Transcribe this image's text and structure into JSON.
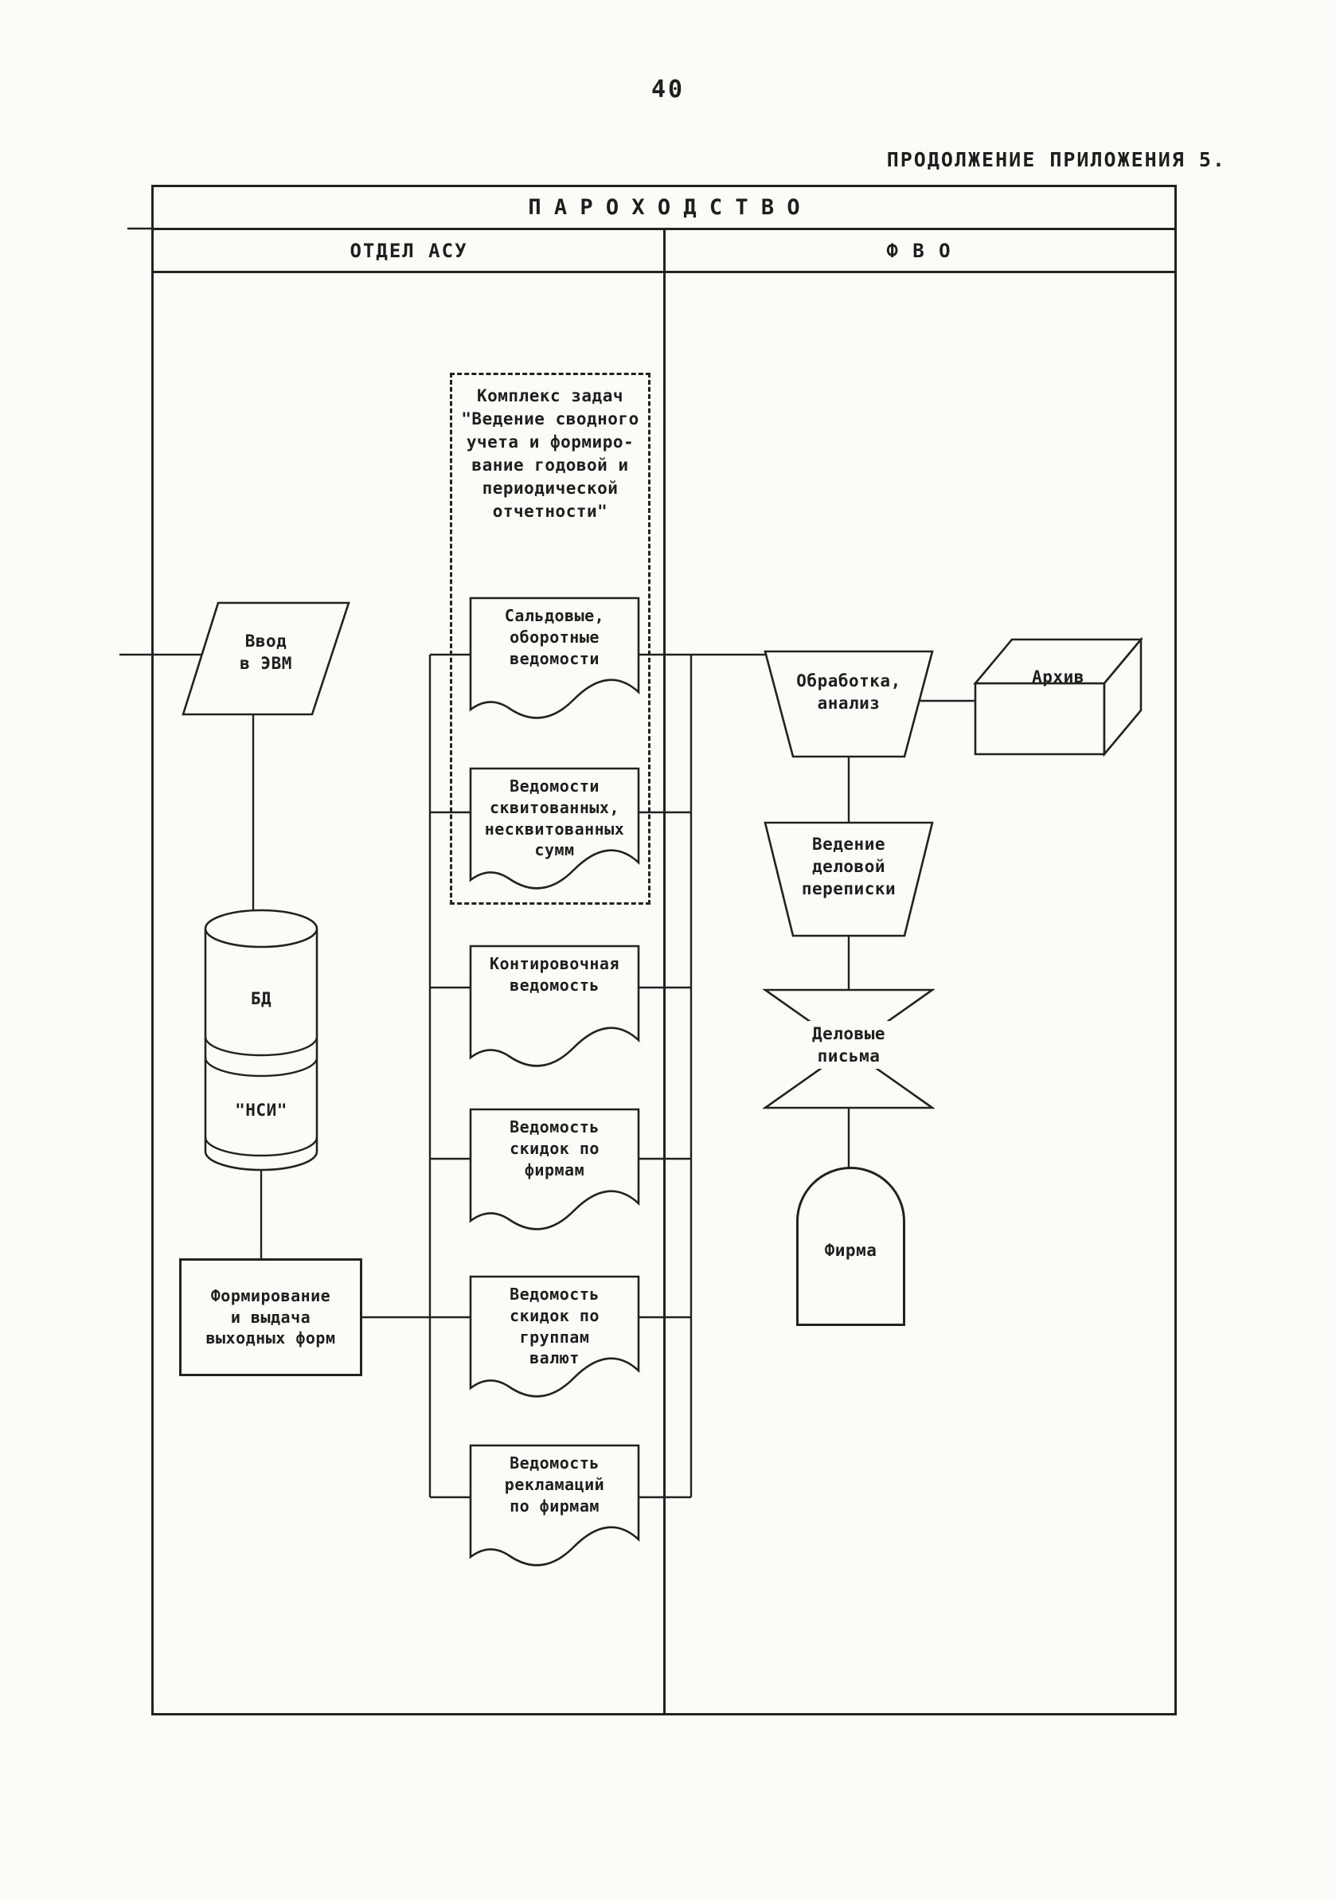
{
  "page": {
    "number": "40",
    "header": "ПРОДОЛЖЕНИЕ ПРИЛОЖЕНИЯ 5."
  },
  "table": {
    "title": "П А Р О Х О Д С Т В О",
    "columns": {
      "left": "ОТДЕЛ АСУ",
      "right": "Ф В О"
    }
  },
  "asu": {
    "task_complex": [
      "Комплекс задач",
      "\"Ведение сводного",
      "учета и формиро-",
      "вание годовой и",
      "периодической",
      "отчетности\""
    ],
    "input": [
      "Ввод",
      "в  ЭВМ"
    ],
    "db_top": "БД",
    "db_bottom": "\"НСИ\"",
    "output_forms": [
      "Формирование",
      "и выдача",
      "выходных форм"
    ],
    "documents": [
      [
        "Сальдовые,",
        "оборотные",
        "ведомости"
      ],
      [
        "Ведомости",
        "сквитованных,",
        "несквитованных",
        "сумм"
      ],
      [
        "Контировочная",
        "ведомость"
      ],
      [
        "Ведомость",
        "скидок по",
        "фирмам"
      ],
      [
        "Ведомость",
        "скидок по",
        "группам",
        "валют"
      ],
      [
        "Ведомость",
        "рекламаций",
        "по фирмам"
      ]
    ]
  },
  "fvo": {
    "processing": [
      "Обработка,",
      "анализ"
    ],
    "archive": "Архив",
    "correspondence": [
      "Ведение",
      "деловой",
      "переписки"
    ],
    "letters": [
      "Деловые",
      "письма"
    ],
    "firm": "Фирма"
  }
}
